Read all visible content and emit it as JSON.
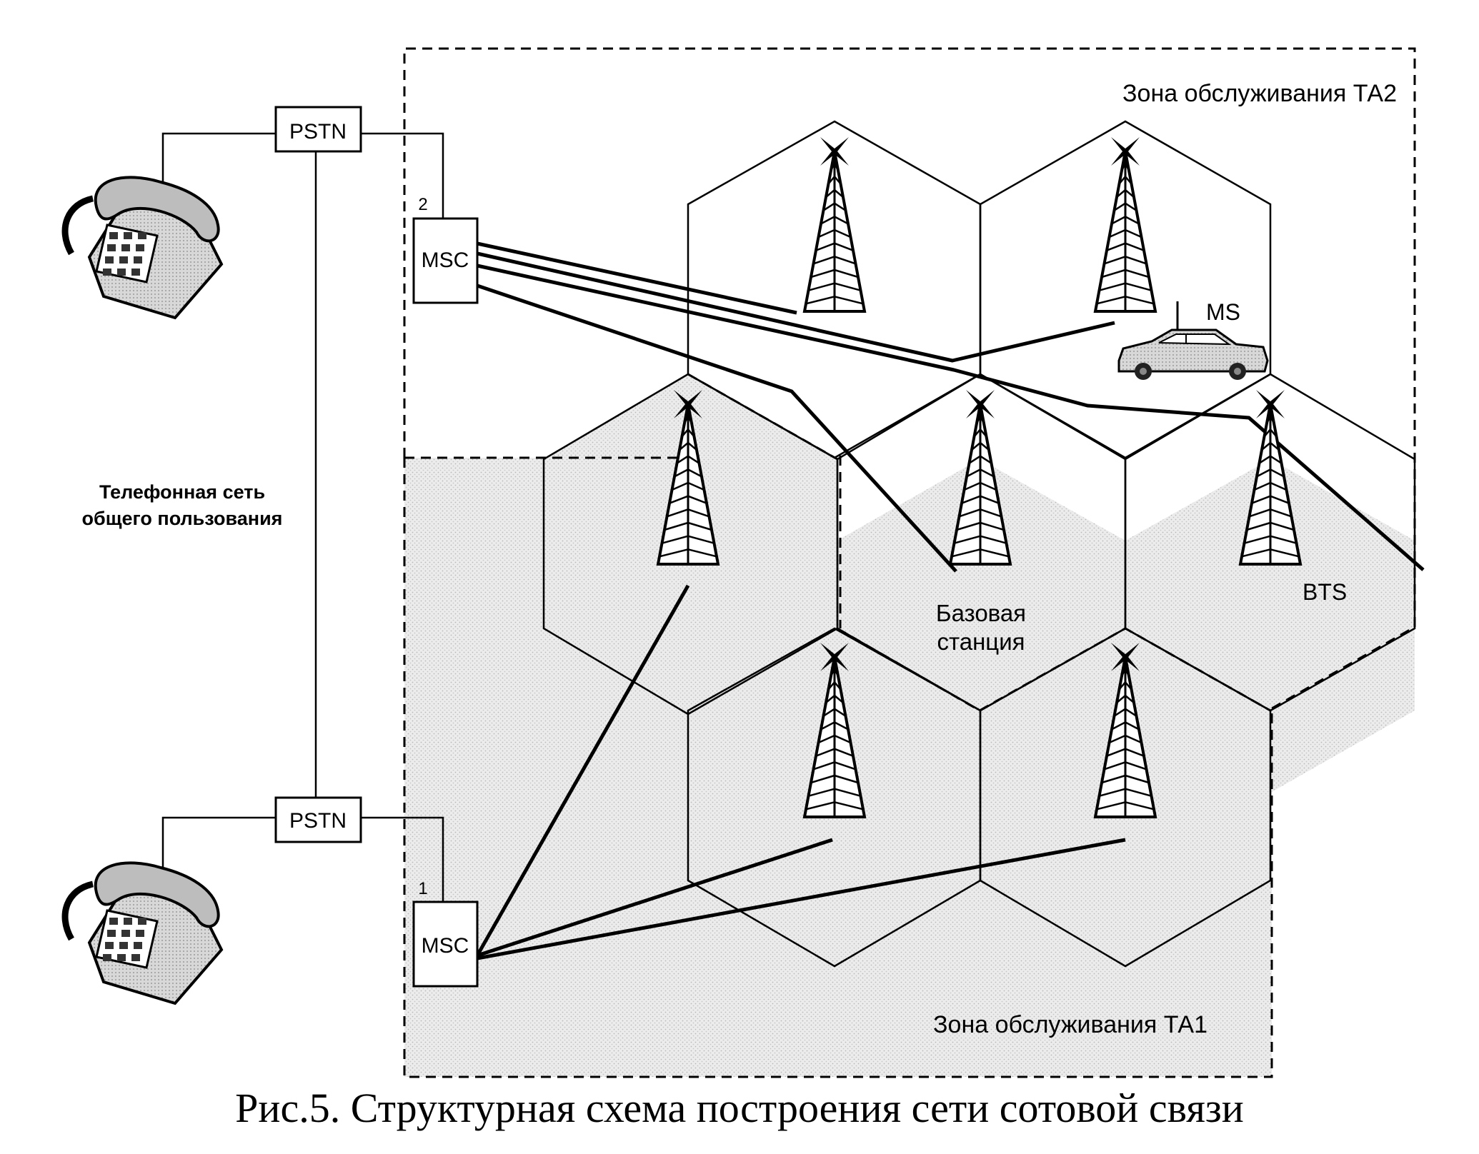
{
  "labels": {
    "pstn_top": "PSTN",
    "pstn_bottom": "PSTN",
    "msc_top": "MSC",
    "msc_bottom": "MSC",
    "msc_top_num": "2",
    "msc_bottom_num": "1",
    "zone_ta2": "Зона обслуживания ТА2",
    "zone_ta1": "Зона обслуживания ТА1",
    "pstn_desc_line1": "Телефонная сеть",
    "pstn_desc_line2": "общего пользования",
    "ms": "MS",
    "bts": "BTS",
    "base_station_line1": "Базовая",
    "base_station_line2": "станция"
  },
  "caption": "Рис.5. Структурная схема построения сети сотовой связи",
  "icons": [
    "telephone-icon",
    "telephone-icon",
    "antenna-tower-icon",
    "car-icon"
  ],
  "colors": {
    "line": "#000000",
    "zone_fill": "#e4e4e4",
    "phone_fill": "#c8c8c8"
  }
}
